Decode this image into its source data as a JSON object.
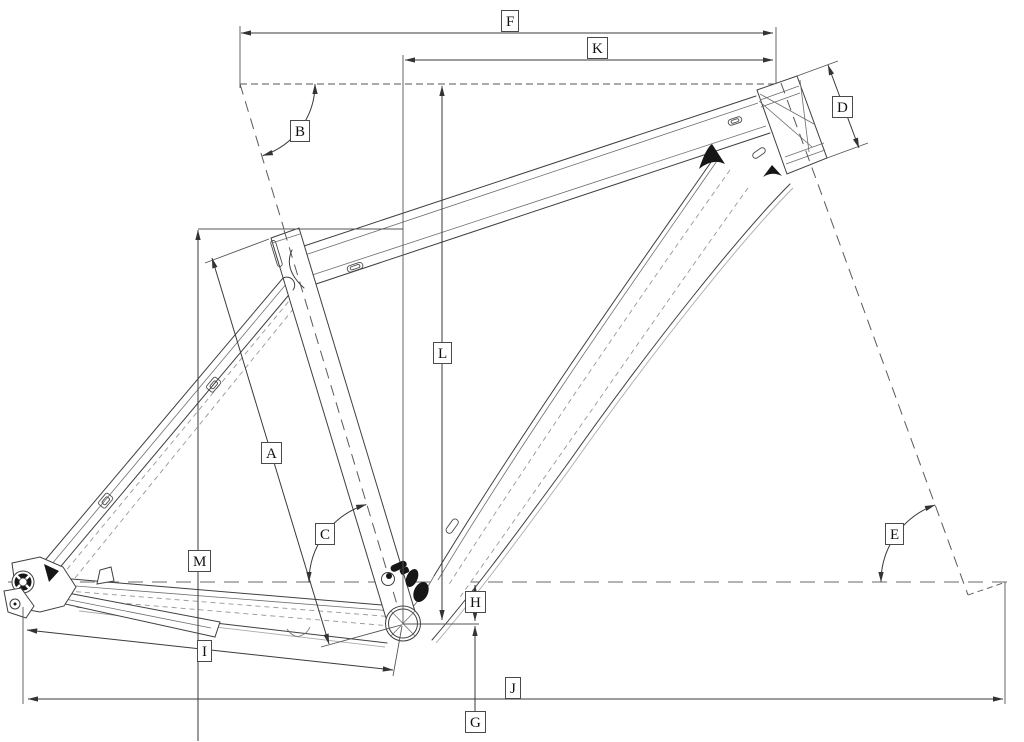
{
  "diagram": {
    "type": "bicycle-frame-geometry",
    "dimension_labels": {
      "A": "A",
      "B": "B",
      "C": "C",
      "D": "D",
      "E": "E",
      "F": "F",
      "G": "G",
      "H": "H",
      "I": "I",
      "J": "J",
      "K": "K",
      "L": "L",
      "M": "M"
    },
    "colors": {
      "background": "#ffffff",
      "line": "#3f3f3f",
      "dashed_reference": "#9b9b9b",
      "label_text": "#111111",
      "label_border": "#4a4a4a"
    }
  }
}
